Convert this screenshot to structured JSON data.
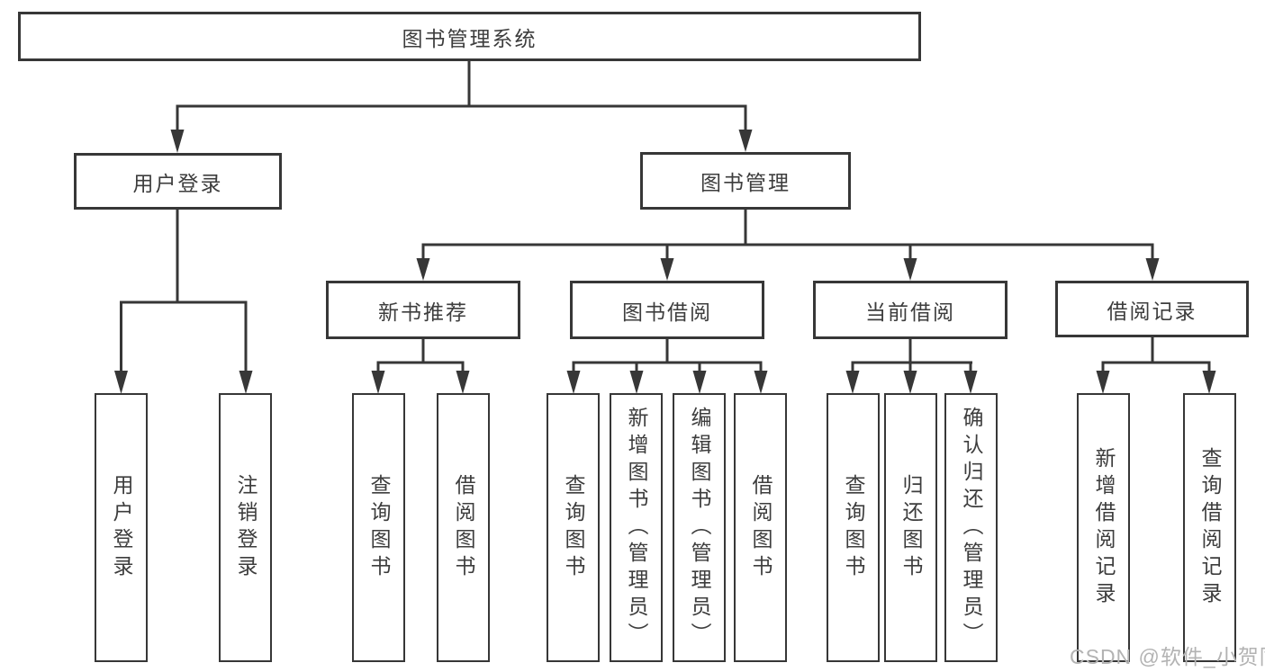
{
  "diagram_title": "图书管理系统",
  "tree": {
    "root": {
      "label": "图书管理系统"
    },
    "branches": [
      {
        "label": "用户登录",
        "children": [
          {
            "label": "用户登录"
          },
          {
            "label": "注销登录"
          }
        ]
      },
      {
        "label": "图书管理",
        "children": [
          {
            "label": "新书推荐",
            "children": [
              {
                "label": "查询图书"
              },
              {
                "label": "借阅图书"
              }
            ]
          },
          {
            "label": "图书借阅",
            "children": [
              {
                "label": "查询图书"
              },
              {
                "label": "新增图书（管理员）"
              },
              {
                "label": "编辑图书（管理员）"
              },
              {
                "label": "借阅图书"
              }
            ]
          },
          {
            "label": "当前借阅",
            "children": [
              {
                "label": "查询图书"
              },
              {
                "label": "归还图书"
              },
              {
                "label": "确认归还（管理员）"
              }
            ]
          },
          {
            "label": "借阅记录",
            "children": [
              {
                "label": "新增借阅记录"
              },
              {
                "label": "查询借阅记录"
              }
            ]
          }
        ]
      }
    ]
  },
  "watermark": "CSDN @软件_小贺同学",
  "colors": {
    "line": "#373737",
    "text": "#3d3d3d",
    "watermark": "#b3b3b3",
    "background": "#ffffff"
  }
}
